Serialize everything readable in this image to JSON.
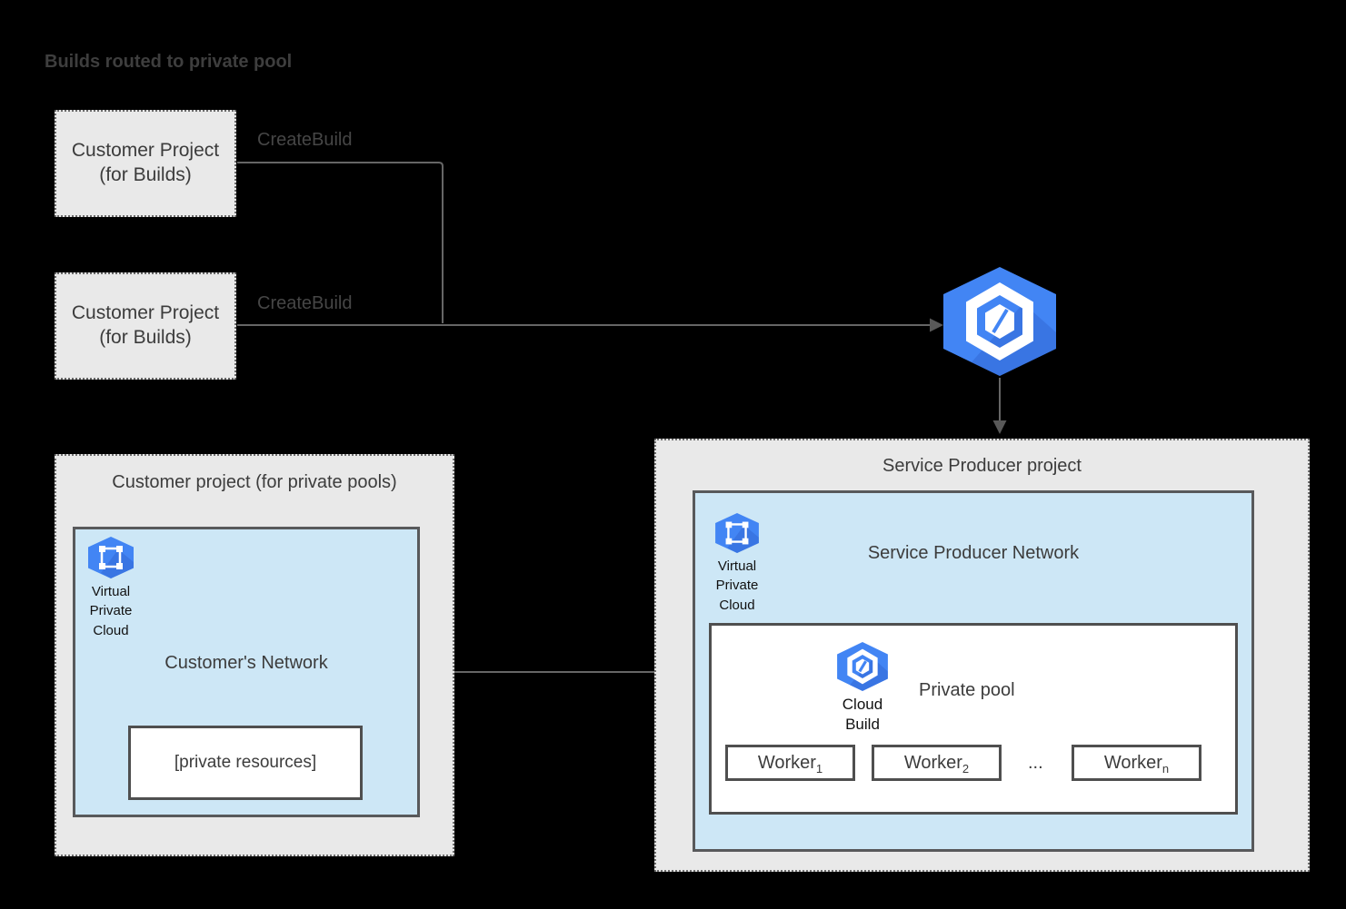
{
  "page": {
    "title": "Builds routed to private pool"
  },
  "colors": {
    "background": "#000000",
    "project_fill": "#e9e9e9",
    "network_fill": "#cde7f6",
    "box_border_dark": "#58595b",
    "connector_gray": "#666666",
    "text_dark": "#3c3c3c",
    "icon_blue": "#4285f4",
    "icon_blue_shadow": "#3367d6"
  },
  "icons": {
    "cloud_build": "cloud-build-icon",
    "vpc": "virtual-private-cloud-icon"
  },
  "build_projects": {
    "box1": {
      "label": "Customer Project\n(for Builds)"
    },
    "box2": {
      "label": "Customer Project\n(for Builds)"
    },
    "arrow1_label": "CreateBuild",
    "arrow2_label": "CreateBuild"
  },
  "customer_pool_project": {
    "title": "Customer project (for private pools)",
    "network": {
      "vpc_label": "Virtual\nPrivate\nCloud",
      "title": "Customer's Network",
      "private_resources_label": "[private resources]"
    }
  },
  "service_producer_project": {
    "title": "Service Producer project",
    "network": {
      "vpc_label": "Virtual\nPrivate\nCloud",
      "title": "Service Producer Network",
      "private_pool": {
        "cloud_build_label": "Cloud\nBuild",
        "title": "Private pool",
        "ellipsis": "...",
        "workers": [
          {
            "base": "Worker",
            "sub": "1"
          },
          {
            "base": "Worker",
            "sub": "2"
          },
          {
            "base": "Worker",
            "sub": "n"
          }
        ]
      }
    }
  }
}
